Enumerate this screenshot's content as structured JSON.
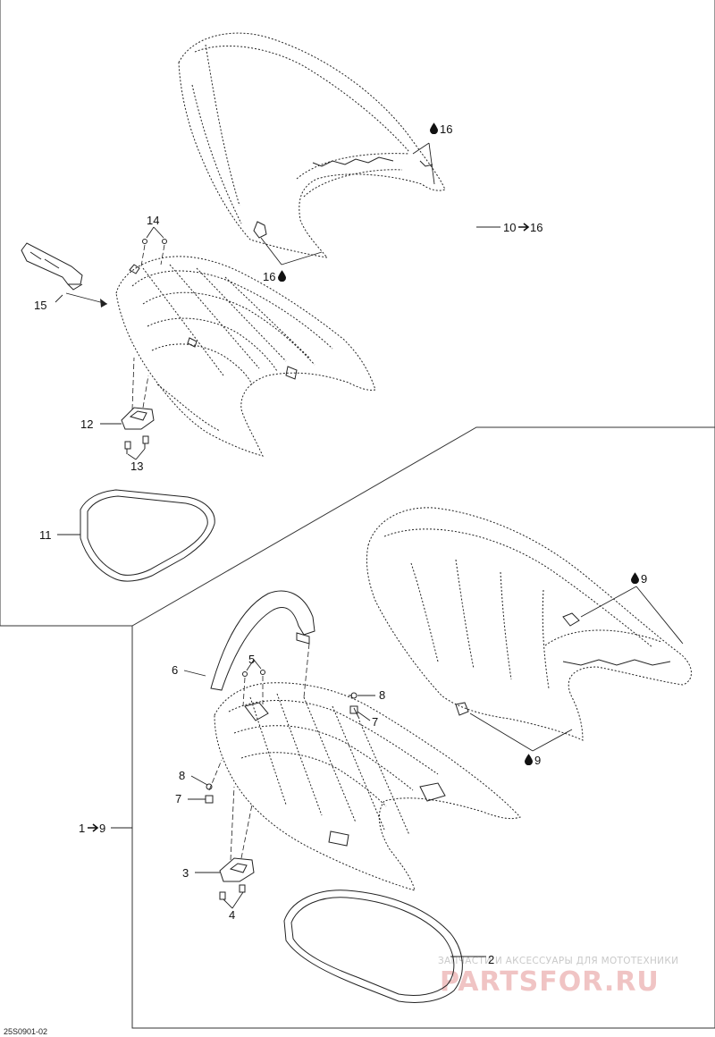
{
  "callouts": {
    "c1": "1",
    "c2": "2",
    "c3": "3",
    "c4": "4",
    "c5": "5",
    "c6": "6",
    "c7a": "7",
    "c7b": "7",
    "c8a": "8",
    "c8b": "8",
    "c9a": "9",
    "c9b": "9",
    "c11": "11",
    "c12": "12",
    "c13": "13",
    "c14": "14",
    "c15": "15",
    "c16a": "16",
    "c16b": "16"
  },
  "ranges": {
    "range_1_9": {
      "from": "1",
      "to": "9"
    },
    "range_10_16": {
      "from": "10",
      "to": "16"
    }
  },
  "diagram_code": "25S0901-02",
  "watermark": {
    "line1": "ЗАПЧАСТИ И АКСЕССУАРЫ ДЛЯ МОТОТЕХНИКИ",
    "line2": "PARTSFOR.RU"
  },
  "icons": {
    "drop": "oil-drop-icon",
    "arrow": "right-arrow-icon"
  }
}
